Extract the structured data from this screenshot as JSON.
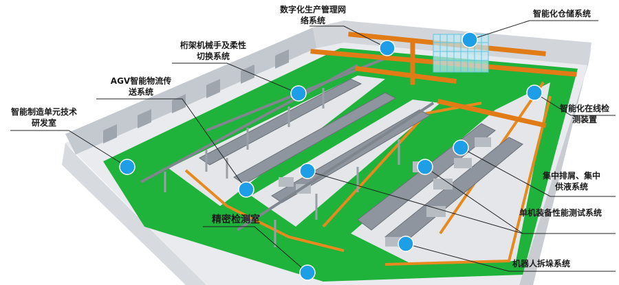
{
  "colors": {
    "floor_green": "#1fb33b",
    "wall": "#dcdfe3",
    "wall_dark": "#a9aeb5",
    "orange_beam": "#e07b16",
    "dot": "#1e9ee6",
    "leader": "#222222"
  },
  "labels": {
    "network": [
      "数字化生产管理网",
      "络系统"
    ],
    "warehouse": "智能化仓储系统",
    "gantry": [
      "桁架机械手及柔性",
      "切换系统"
    ],
    "agv": [
      "AGV智能物流传",
      "送系统"
    ],
    "rnd": [
      "智能制造单元技术",
      "研发室"
    ],
    "inspection": [
      "智能化在线检",
      "测装置"
    ],
    "chip": [
      "集中排屑、集中",
      "供液系统"
    ],
    "testing": "单机装备性能测试系统",
    "precision": "精密检测室",
    "robot": "机器人拆垛系统"
  }
}
